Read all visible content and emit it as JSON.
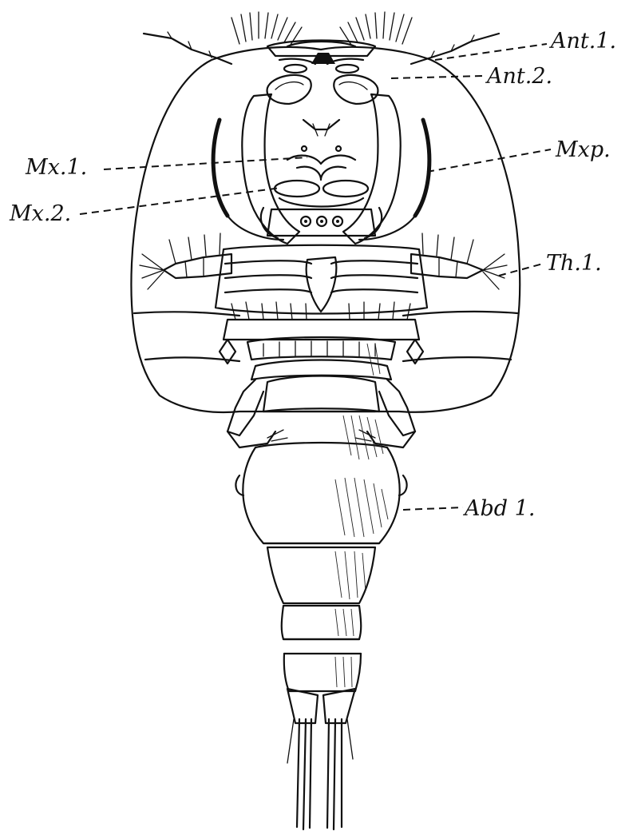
{
  "labels": {
    "ant1": "Ant.1.",
    "ant2": "Ant.2.",
    "mx1": "Mx.1.",
    "mxp": "Mxp.",
    "mx2": "Mx.2.",
    "th1": "Th.1.",
    "abd1": "Abd 1."
  },
  "colors": {
    "ink": "#111111",
    "paper": "#ffffff"
  }
}
